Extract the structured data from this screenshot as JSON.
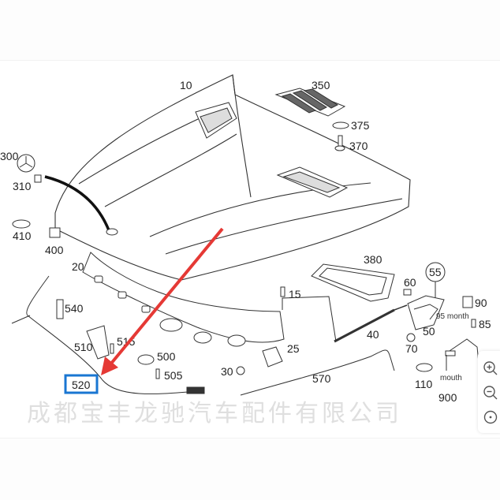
{
  "diagram": {
    "title": "Hood (bonnet) assembly parts diagram",
    "watermark": "成都宝丰龙驰汽车配件有限公司",
    "highlighted_part": "520",
    "arrow_color": "#e53935",
    "highlight_color": "#1976d2",
    "part_labels": {
      "p10": "10",
      "p350": "350",
      "p375": "375",
      "p370": "370",
      "p300": "300",
      "p310": "310",
      "p410": "410",
      "p400": "400",
      "p20": "20",
      "p380": "380",
      "p55": "55",
      "p60": "60",
      "p15": "15",
      "p540": "540",
      "p90": "90",
      "p95": "95 month",
      "p85": "85",
      "p50": "50",
      "p510": "510",
      "p515": "515",
      "p40": "40",
      "p70": "70",
      "p500": "500",
      "p25": "25",
      "p505": "505",
      "p30": "30",
      "p570": "570",
      "p110": "110",
      "p900_note": "mouth",
      "p900": "900",
      "p520": "520"
    }
  },
  "zoom_controls": {
    "zoom_in": "zoom-in",
    "zoom_out": "zoom-out",
    "reset": "reset-view"
  }
}
